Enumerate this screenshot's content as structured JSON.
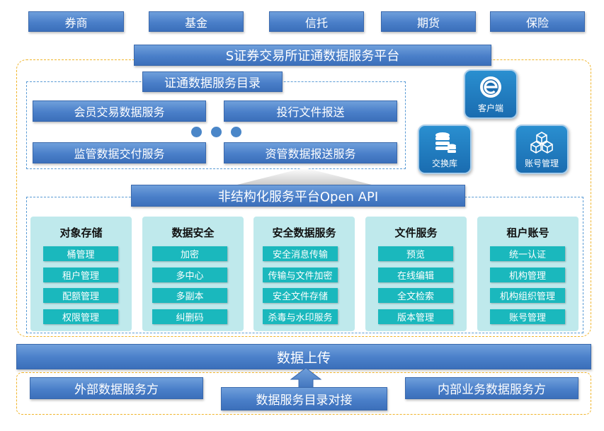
{
  "top_categories": [
    "券商",
    "基金",
    "信托",
    "期货",
    "保险"
  ],
  "platform_title": "S证券交易所证通数据服务平台",
  "catalog": {
    "title": "证通数据服务目录",
    "services": [
      "会员交易数据服务",
      "投行文件报送",
      "监管数据交付服务",
      "资管数据报送服务"
    ]
  },
  "icons": {
    "client": "客户端",
    "exchange_db": "交换库",
    "account_mgmt": "账号管理"
  },
  "open_api": "非结构化服务平台Open API",
  "modules": [
    {
      "title": "对象存储",
      "items": [
        "桶管理",
        "租户管理",
        "配额管理",
        "权限管理"
      ]
    },
    {
      "title": "数据安全",
      "items": [
        "加密",
        "多中心",
        "多副本",
        "纠删码"
      ]
    },
    {
      "title": "安全数据服务",
      "items": [
        "安全消息传输",
        "传输与文件加密",
        "安全文件存储",
        "杀毒与水印服务"
      ]
    },
    {
      "title": "文件服务",
      "items": [
        "预览",
        "在线编辑",
        "全文检索",
        "版本管理"
      ]
    },
    {
      "title": "租户账号",
      "items": [
        "统一认证",
        "机构管理",
        "机构组织管理",
        "账号管理"
      ]
    }
  ],
  "data_upload": "数据上传",
  "bottom": {
    "external": "外部数据服务方",
    "catalog_link": "数据服务目录对接",
    "internal": "内部业务数据服务方"
  },
  "colors": {
    "bar_blue": "#4a7fc9",
    "module_bg": "#bfe9ec",
    "chip_teal": "#1ab8bd",
    "dash_gold": "#f0b429",
    "dash_blue": "#5a9bd5",
    "icon_blue": "#1a6cb0"
  }
}
